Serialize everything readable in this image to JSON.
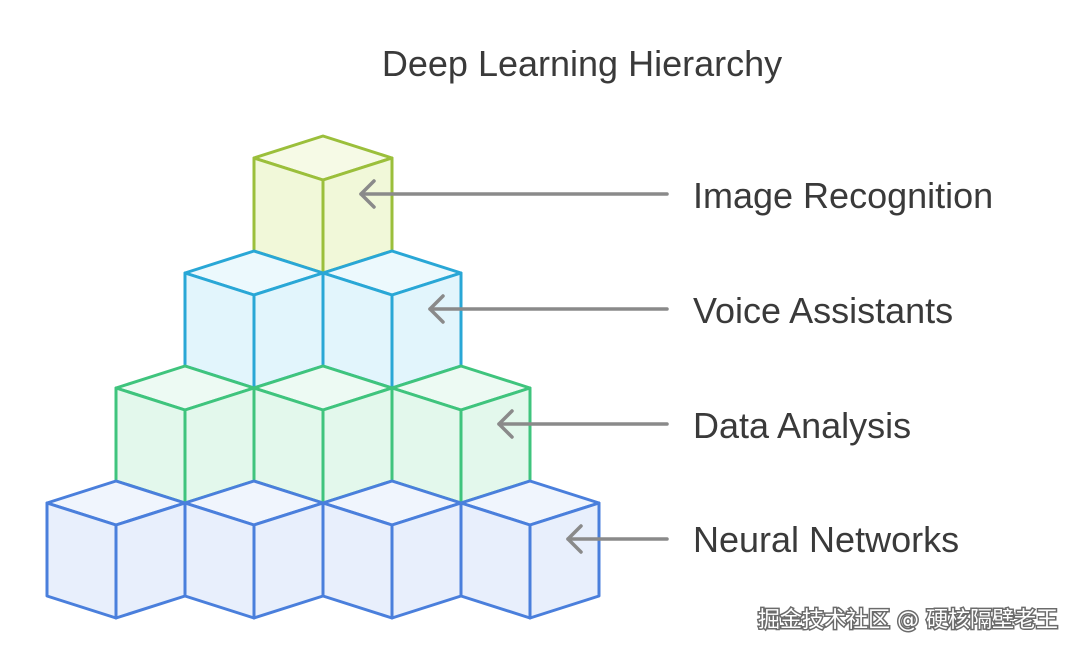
{
  "title": "Deep Learning Hierarchy",
  "levels": [
    {
      "label": "Image Recognition",
      "cubes": 1,
      "color": "#9bbf3b",
      "fill": "#f1f8d9"
    },
    {
      "label": "Voice Assistants",
      "cubes": 2,
      "color": "#29a7d6",
      "fill": "#e2f5fc"
    },
    {
      "label": "Data Analysis",
      "cubes": 3,
      "color": "#3fc47d",
      "fill": "#e3f8ec"
    },
    {
      "label": "Neural Networks",
      "cubes": 4,
      "color": "#4a7fdc",
      "fill": "#e8effc"
    }
  ],
  "watermark": "掘金技术社区 @ 硬核隔壁老王"
}
